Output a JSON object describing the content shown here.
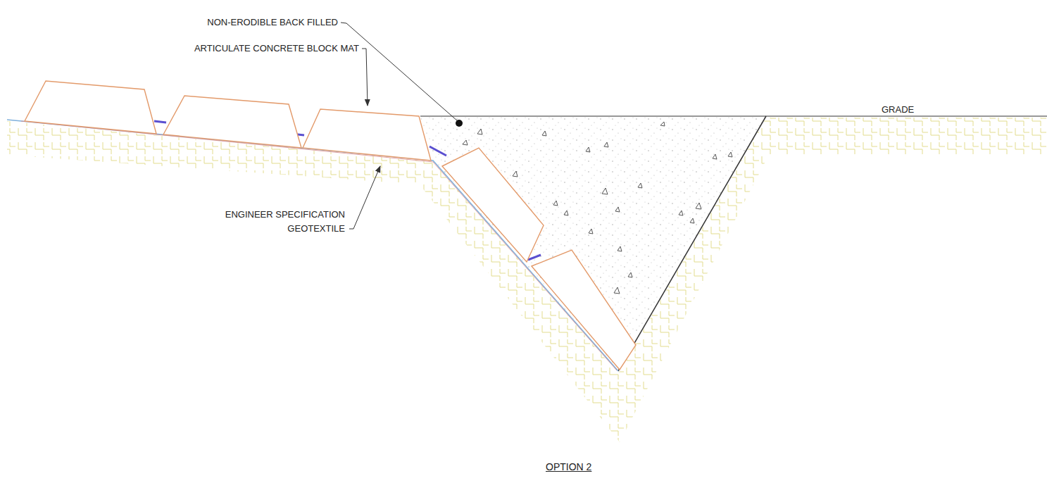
{
  "diagram": {
    "caption": "OPTION 2",
    "labels": [
      "NON-ERODIBLE BACK FILLED",
      "ARTICULATE CONCRETE BLOCK MAT",
      "ENGINEER SPECIFICATION GEOTEXTILE",
      "GRADE"
    ]
  }
}
